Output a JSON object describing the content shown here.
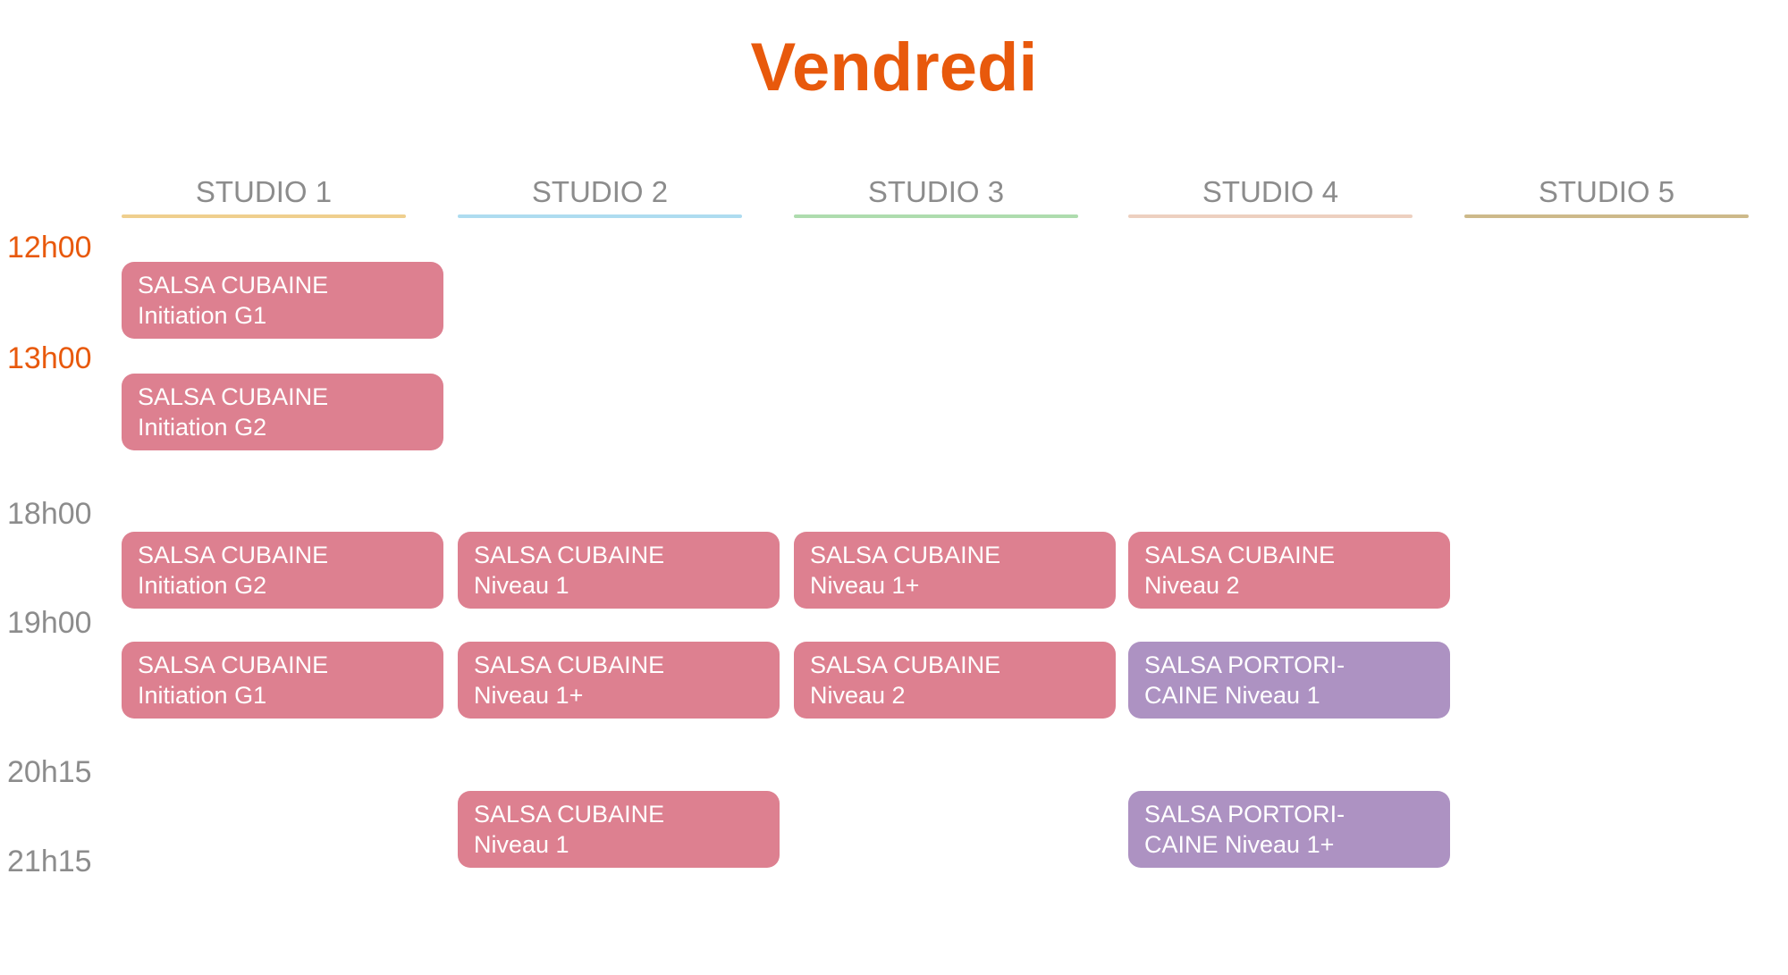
{
  "title": "Vendredi",
  "accent_color": "#E8590C",
  "muted_color": "#8C8C8C",
  "card_colors": {
    "salsa_cubaine": "#DD8090",
    "salsa_portoricaine": "#AD92C2"
  },
  "columns": [
    {
      "label": "STUDIO 1",
      "underline_color": "#EFCF8E"
    },
    {
      "label": "STUDIO 2",
      "underline_color": "#AEDCF0"
    },
    {
      "label": "STUDIO 3",
      "underline_color": "#AEDCAE"
    },
    {
      "label": "STUDIO 4",
      "underline_color": "#EDD0C0"
    },
    {
      "label": "STUDIO 5",
      "underline_color": "#CDB98A"
    }
  ],
  "times": [
    {
      "label": "12h00",
      "style": "accent"
    },
    {
      "label": "13h00",
      "style": "accent"
    },
    {
      "label": "18h00",
      "style": "muted"
    },
    {
      "label": "19h00",
      "style": "muted"
    },
    {
      "label": "20h15",
      "style": "muted"
    },
    {
      "label": "21h15",
      "style": "muted"
    }
  ],
  "courses": [
    {
      "col": 1,
      "row": "12h00",
      "color": "pink",
      "line1": "SALSA CUBAINE",
      "line2": "Initiation G1"
    },
    {
      "col": 1,
      "row": "13h00",
      "color": "pink",
      "line1": "SALSA CUBAINE",
      "line2": "Initiation G2"
    },
    {
      "col": 1,
      "row": "18h00",
      "color": "pink",
      "line1": "SALSA CUBAINE",
      "line2": "Initiation G2"
    },
    {
      "col": 2,
      "row": "18h00",
      "color": "pink",
      "line1": "SALSA CUBAINE",
      "line2": "Niveau 1"
    },
    {
      "col": 3,
      "row": "18h00",
      "color": "pink",
      "line1": "SALSA CUBAINE",
      "line2": "Niveau 1+"
    },
    {
      "col": 4,
      "row": "18h00",
      "color": "pink",
      "line1": "SALSA CUBAINE",
      "line2": "Niveau 2"
    },
    {
      "col": 1,
      "row": "19h00",
      "color": "pink",
      "line1": "SALSA CUBAINE",
      "line2": "Initiation G1"
    },
    {
      "col": 2,
      "row": "19h00",
      "color": "pink",
      "line1": "SALSA CUBAINE",
      "line2": "Niveau 1+"
    },
    {
      "col": 3,
      "row": "19h00",
      "color": "pink",
      "line1": "SALSA CUBAINE",
      "line2": "Niveau 2"
    },
    {
      "col": 4,
      "row": "19h00",
      "color": "purple",
      "line1": "SALSA PORTORI-",
      "line2": "CAINE Niveau 1"
    },
    {
      "col": 2,
      "row": "20h15",
      "color": "pink",
      "line1": "SALSA CUBAINE",
      "line2": "Niveau 1"
    },
    {
      "col": 4,
      "row": "20h15",
      "color": "purple",
      "line1": "SALSA PORTORI-",
      "line2": "CAINE Niveau 1+"
    }
  ]
}
